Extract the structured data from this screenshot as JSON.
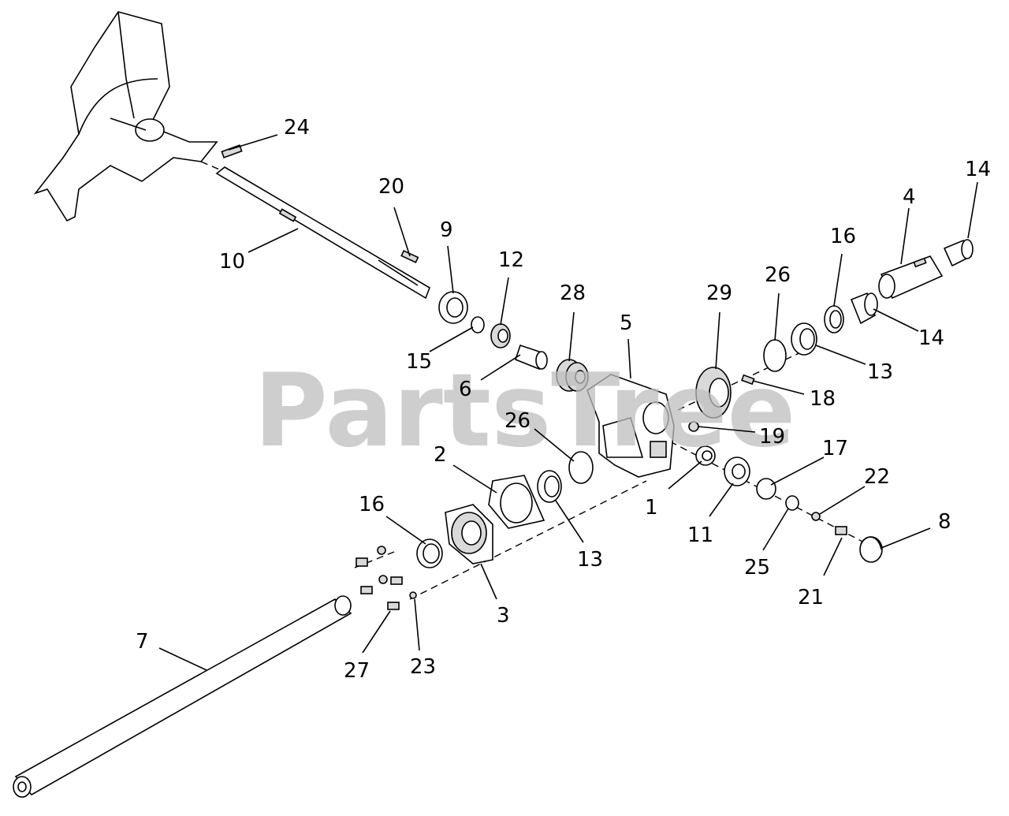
{
  "watermark": "PartsTree",
  "labels": [
    "1",
    "2",
    "3",
    "4",
    "5",
    "6",
    "7",
    "8",
    "9",
    "10",
    "11",
    "12",
    "13",
    "13",
    "14",
    "14",
    "15",
    "16",
    "16",
    "17",
    "18",
    "19",
    "20",
    "21",
    "22",
    "23",
    "24",
    "25",
    "26",
    "26",
    "27",
    "28",
    "29"
  ]
}
